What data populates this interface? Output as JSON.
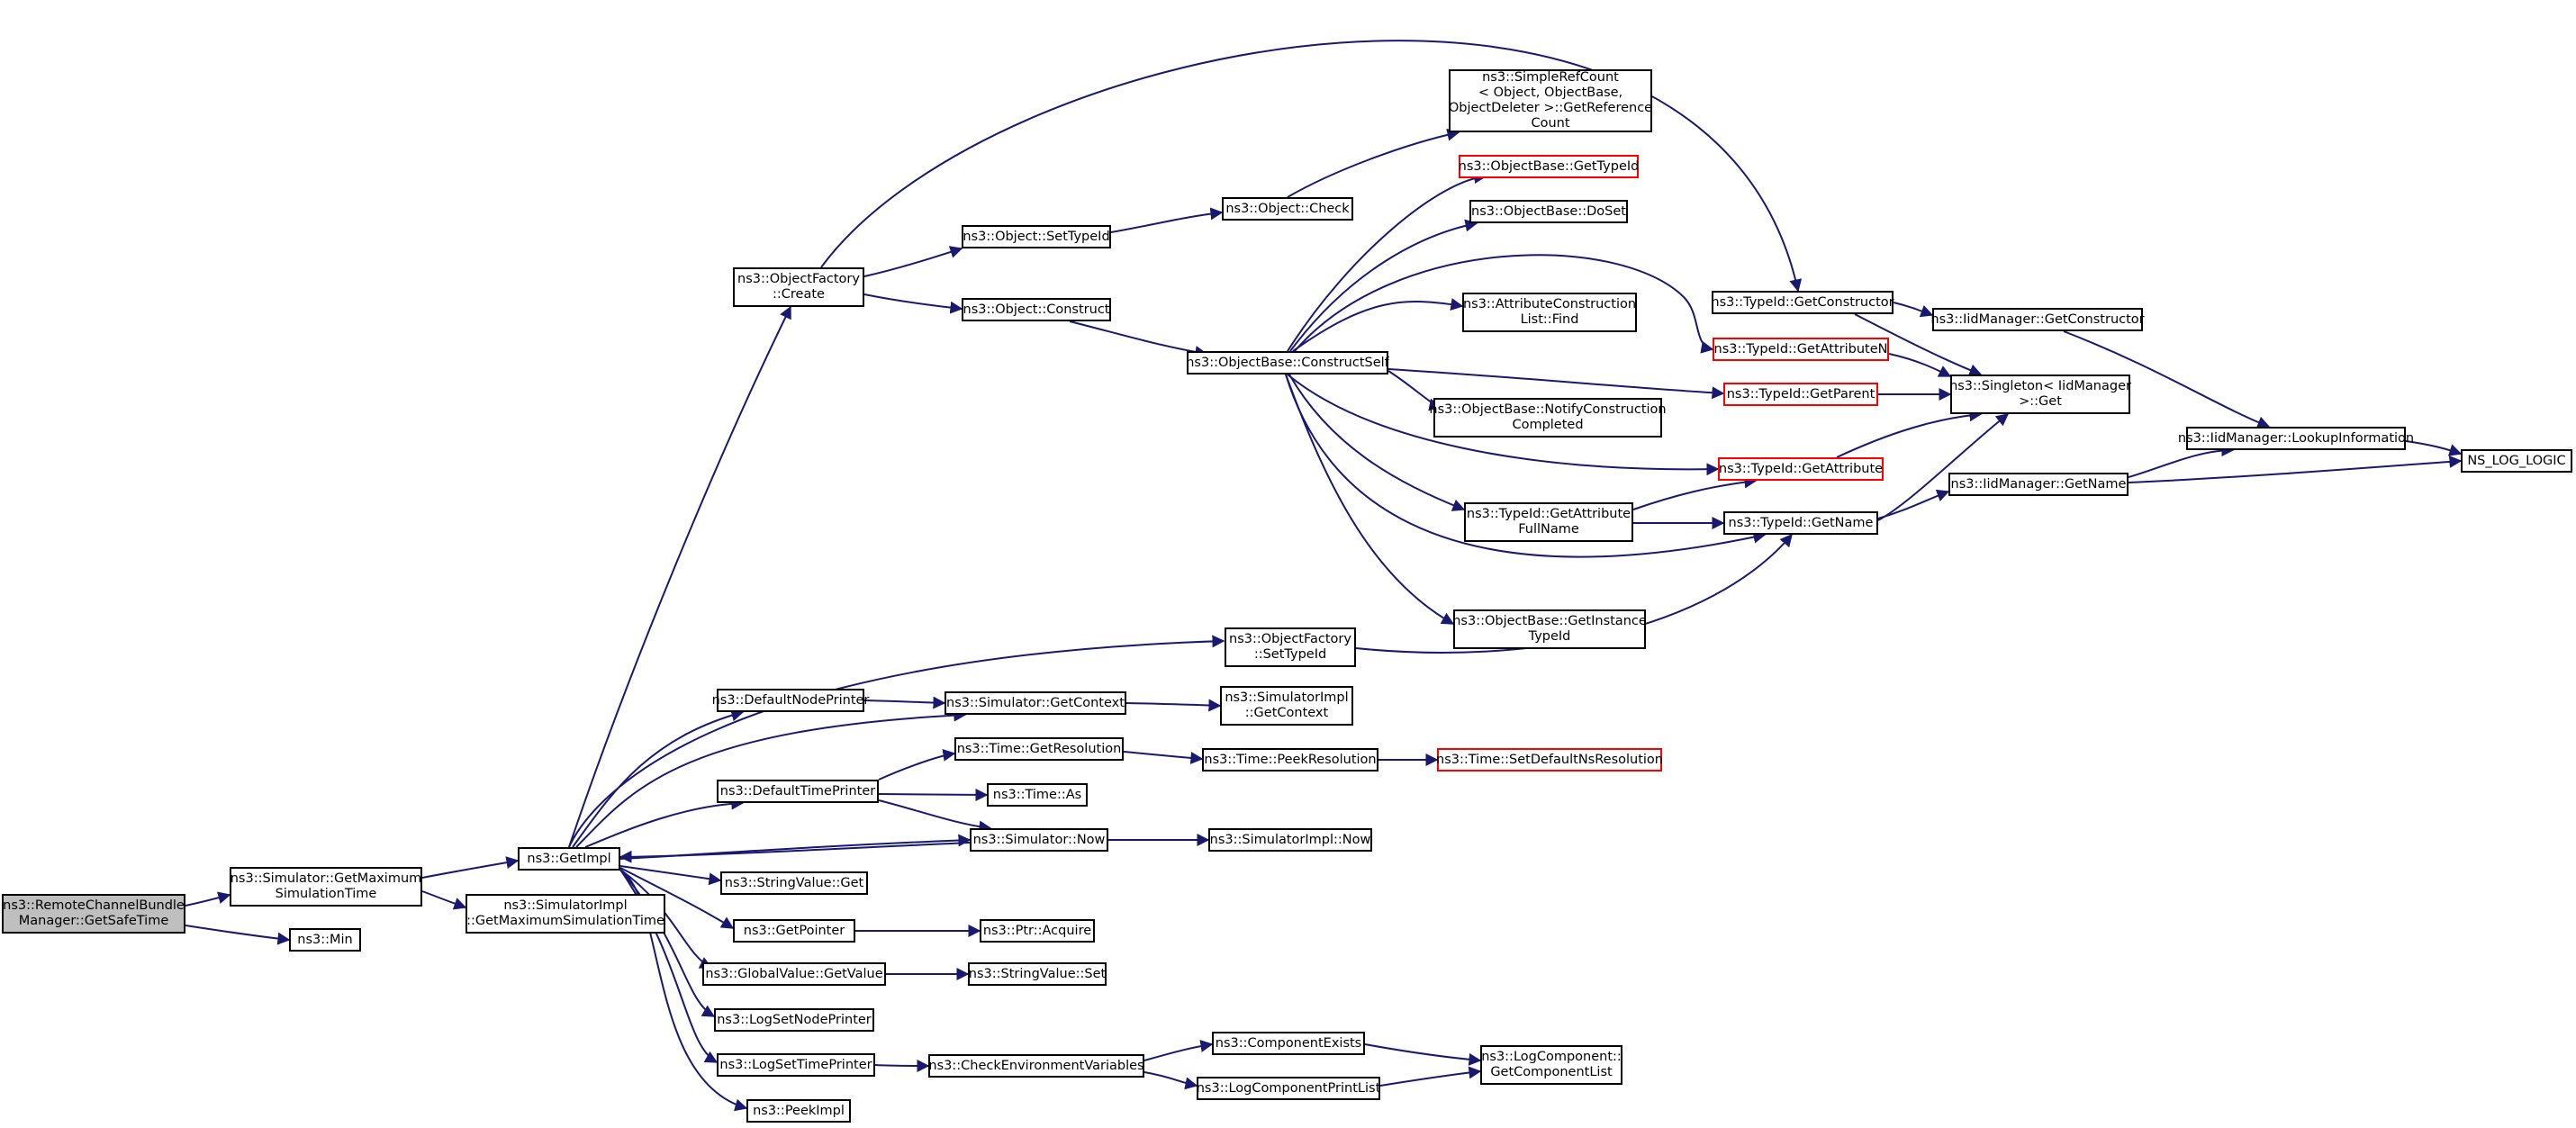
{
  "graph": {
    "colors": {
      "edge": "#191970",
      "node_border": "#000000",
      "truncated_border": "#ff0000",
      "root_fill": "#bfbfbf",
      "node_fill": "#ffffff"
    },
    "nodes": {
      "root": "ns3::RemoteChannelBundle\nManager::GetSafeTime",
      "sim_getmax": "ns3::Simulator::GetMaximum\nSimulationTime",
      "min": "ns3::Min",
      "simimpl_getmax": "ns3::SimulatorImpl\n::GetMaximumSimulationTime",
      "getimpl": "ns3::GetImpl",
      "of_create": "ns3::ObjectFactory\n::Create",
      "obj_settypeid": "ns3::Object::SetTypeId",
      "obj_construct": "ns3::Object::Construct",
      "obj_check": "ns3::Object::Check",
      "simplerefcount": "ns3::SimpleRefCount\n< Object, ObjectBase,\nObjectDeleter >::GetReference\nCount",
      "ob_gettypeid": "ns3::ObjectBase::GetTypeId",
      "ob_doset": "ns3::ObjectBase::DoSet",
      "attrconst_find": "ns3::AttributeConstruction\nList::Find",
      "ob_constructself": "ns3::ObjectBase::ConstructSelf",
      "ob_notify": "ns3::ObjectBase::NotifyConstruction\nCompleted",
      "typeid_getattrfullname": "ns3::TypeId::GetAttribute\nFullName",
      "ob_getinstancetypeid": "ns3::ObjectBase::GetInstance\nTypeId",
      "typeid_getconstructor": "ns3::TypeId::GetConstructor",
      "typeid_getattributen": "ns3::TypeId::GetAttributeN",
      "typeid_getparent": "ns3::TypeId::GetParent",
      "typeid_getattribute": "ns3::TypeId::GetAttribute",
      "typeid_getname": "ns3::TypeId::GetName",
      "iid_getconstructor": "ns3::IidManager::GetConstructor",
      "singleton_get": "ns3::Singleton< IidManager\n>::Get",
      "iid_lookup": "ns3::IidManager::LookupInformation",
      "iid_getname": "ns3::IidManager::GetName",
      "ns_log_logic": "NS_LOG_LOGIC",
      "of_settypeid": "ns3::ObjectFactory\n::SetTypeId",
      "defaultnodeprinter": "ns3::DefaultNodePrinter",
      "sim_getcontext": "ns3::Simulator::GetContext",
      "simimpl_getcontext": "ns3::SimulatorImpl\n::GetContext",
      "time_getresolution": "ns3::Time::GetResolution",
      "time_peekresolution": "ns3::Time::PeekResolution",
      "time_setdefaultns": "ns3::Time::SetDefaultNsResolution",
      "defaulttimeprinter": "ns3::DefaultTimePrinter",
      "time_as": "ns3::Time::As",
      "sim_now": "ns3::Simulator::Now",
      "simimpl_now": "ns3::SimulatorImpl::Now",
      "stringvalue_get": "ns3::StringValue::Get",
      "getpointer": "ns3::GetPointer",
      "ptr_acquire": "ns3::Ptr::Acquire",
      "globalvalue_getvalue": "ns3::GlobalValue::GetValue",
      "stringvalue_set": "ns3::StringValue::Set",
      "logsetnodeprinter": "ns3::LogSetNodePrinter",
      "logsettimeprinter": "ns3::LogSetTimePrinter",
      "checkenv": "ns3::CheckEnvironmentVariables",
      "componentexists": "ns3::ComponentExists",
      "logcomponentprintlist": "ns3::LogComponentPrintList",
      "logcomponent_getlist": "ns3::LogComponent::\nGetComponentList",
      "peekimpl": "ns3::PeekImpl"
    }
  }
}
